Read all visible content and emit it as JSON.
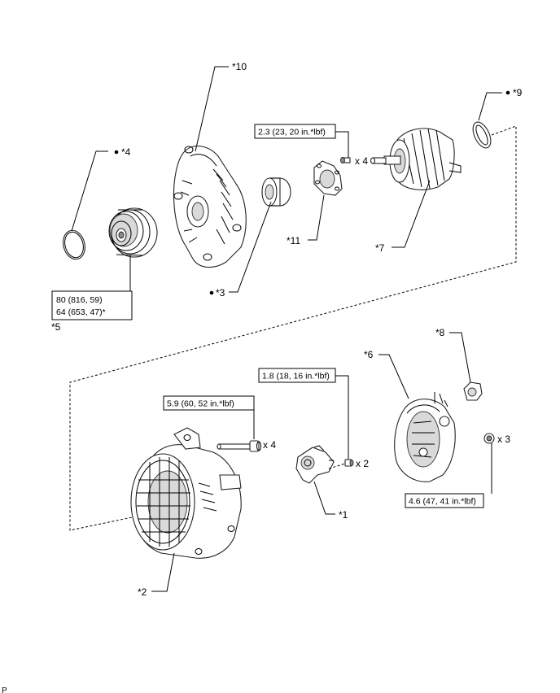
{
  "callouts": {
    "c1": "*1",
    "c2": "*2",
    "c3": "*3",
    "c4": "*4",
    "c5": "*5",
    "c6": "*6",
    "c7": "*7",
    "c8": "*8",
    "c9": "*9",
    "c10": "*10",
    "c11": "*11"
  },
  "torque": {
    "t_2_3": "2.3 (23, 20 in.*lbf)",
    "t_80_line1": "80 (816, 59)",
    "t_80_line2": "64 (653, 47)*",
    "t_5_9": "5.9 (60, 52 in.*lbf)",
    "t_1_8": "1.8 (18, 16 in.*lbf)",
    "t_4_6": "4.6 (47, 41 in.*lbf)"
  },
  "quantities": {
    "q_x4_top": "x 4",
    "q_x4_bottom": "x 4",
    "q_x2": "x 2",
    "q_x3": "x 3"
  },
  "corner_mark": "P",
  "icons": [
    "non-reusable-part-dot"
  ]
}
